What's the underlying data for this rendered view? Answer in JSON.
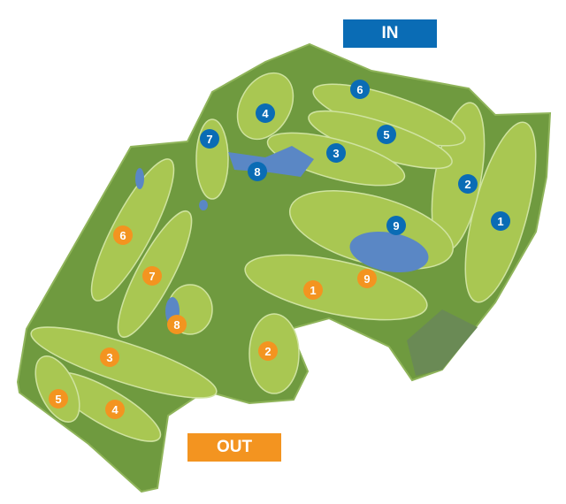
{
  "labels": {
    "in": "IN",
    "out": "OUT"
  },
  "colors": {
    "in": "#0a6cb5",
    "out": "#f39420",
    "rough": "#6f9a3f",
    "fairway": "#a9c752",
    "green": "#cfe07a",
    "water": "#5a87c5"
  },
  "in_holes": [
    "1",
    "2",
    "3",
    "4",
    "5",
    "6",
    "7",
    "8",
    "9"
  ],
  "out_holes": [
    "1",
    "2",
    "3",
    "4",
    "5",
    "6",
    "7",
    "8",
    "9"
  ]
}
